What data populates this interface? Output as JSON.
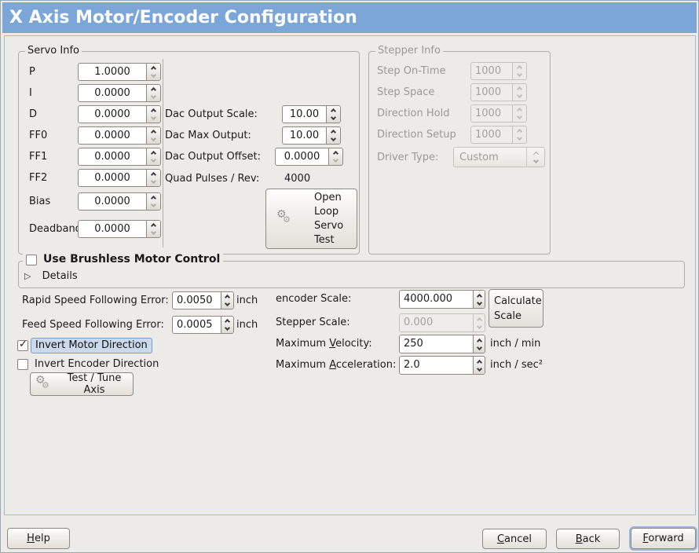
{
  "window": {
    "title": "X Axis Motor/Encoder Configuration"
  },
  "colors": {
    "titlebar_blue": "#7CA6D8",
    "panel_border": "#A6BBD7",
    "focus_ring": "#9CB6DC",
    "highlight_bg": "#CBD9EC",
    "highlight_border": "#7F9DC4"
  },
  "icons": {
    "gear": "⚙",
    "check": "✓",
    "expander": "▷"
  },
  "servo_info": {
    "legend": "Servo Info",
    "rows": [
      {
        "label": "P",
        "value": "1.0000"
      },
      {
        "label": "I",
        "value": "0.0000"
      },
      {
        "label": "D",
        "value": "0.0000"
      },
      {
        "label": "FF0",
        "value": "0.0000"
      },
      {
        "label": "FF1",
        "value": "0.0000"
      },
      {
        "label": "FF2",
        "value": "0.0000"
      },
      {
        "label": "Bias",
        "value": "0.0000"
      },
      {
        "label": "Deadband",
        "value": "0.0000"
      }
    ],
    "dac_rows": [
      {
        "label": "Dac Output Scale:",
        "value": "10.00"
      },
      {
        "label": "Dac Max Output:",
        "value": "10.00"
      },
      {
        "label": "Dac Output Offset:",
        "value": "0.0000"
      }
    ],
    "quad_label": "Quad Pulses / Rev:",
    "quad_value": "4000",
    "open_loop_button_lines": [
      "Open",
      "Loop",
      "Servo",
      "Test"
    ]
  },
  "stepper_info": {
    "legend": "Stepper Info",
    "rows": [
      {
        "label": "Step On-Time",
        "value": "1000"
      },
      {
        "label": "Step Space",
        "value": "1000"
      },
      {
        "label": "Direction Hold",
        "value": "1000"
      },
      {
        "label": "Direction Setup",
        "value": "1000"
      }
    ],
    "driver_type_label": "Driver Type:",
    "driver_type_value": "Custom"
  },
  "brushless": {
    "checkbox_label": "Use Brushless Motor Control",
    "details_label": "Details"
  },
  "following_error": {
    "rapid_label": "Rapid Speed Following Error:",
    "rapid_value": "0.0050",
    "rapid_unit": "inch",
    "feed_label": "Feed Speed Following Error:",
    "feed_value": "0.0005",
    "feed_unit": "inch"
  },
  "scale": {
    "encoder_label": "encoder Scale:",
    "encoder_value": "4000.000",
    "calculate_button": "Calculate Scale",
    "stepper_label": "Stepper Scale:",
    "stepper_value": "0.000",
    "velocity_label": {
      "pre": "Maximum ",
      "m": "V",
      "post": "elocity:"
    },
    "velocity_value": "250",
    "velocity_unit": "inch / min",
    "accel_label": {
      "pre": "Maximum ",
      "m": "A",
      "post": "cceleration:"
    },
    "accel_value": "2.0",
    "accel_unit": "inch / sec²"
  },
  "direction": {
    "invert_motor_label": "Invert Motor Direction",
    "invert_encoder_label": "Invert Encoder Direction",
    "test_tune_button": "Test / Tune Axis"
  },
  "footer": {
    "help": {
      "m": "H",
      "post": "elp"
    },
    "cancel": {
      "m": "C",
      "post": "ancel"
    },
    "back": {
      "m": "B",
      "post": "ack"
    },
    "forward": {
      "m": "F",
      "post": "orward"
    }
  }
}
